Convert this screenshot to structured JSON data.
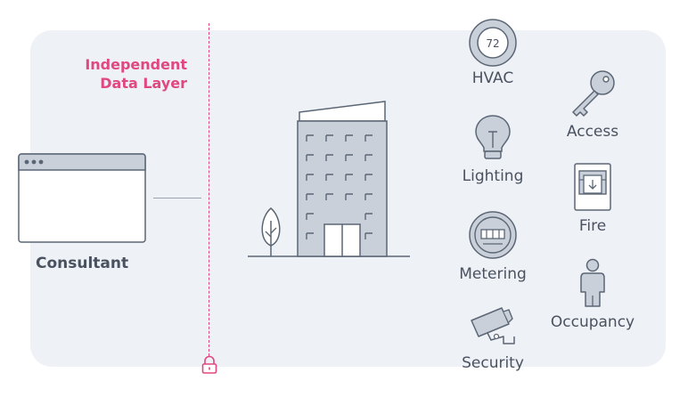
{
  "layer_label": {
    "line1": "Independent",
    "line2": "Data Layer"
  },
  "consultant": {
    "label": "Consultant"
  },
  "systems": {
    "hvac": {
      "label": "HVAC",
      "thermostat_value": "72",
      "icon": "thermostat-icon"
    },
    "access": {
      "label": "Access",
      "icon": "key-icon"
    },
    "lighting": {
      "label": "Lighting",
      "icon": "lightbulb-icon"
    },
    "fire": {
      "label": "Fire",
      "icon": "fire-alarm-icon"
    },
    "metering": {
      "label": "Metering",
      "icon": "meter-icon"
    },
    "occupancy": {
      "label": "Occupancy",
      "icon": "person-icon"
    },
    "security": {
      "label": "Security",
      "icon": "camera-icon"
    }
  },
  "colors": {
    "accent": "#e0487f",
    "panel": "#eef1f6",
    "stroke": "#5b6675",
    "fill": "#c9d0da",
    "text": "#4a5260"
  }
}
